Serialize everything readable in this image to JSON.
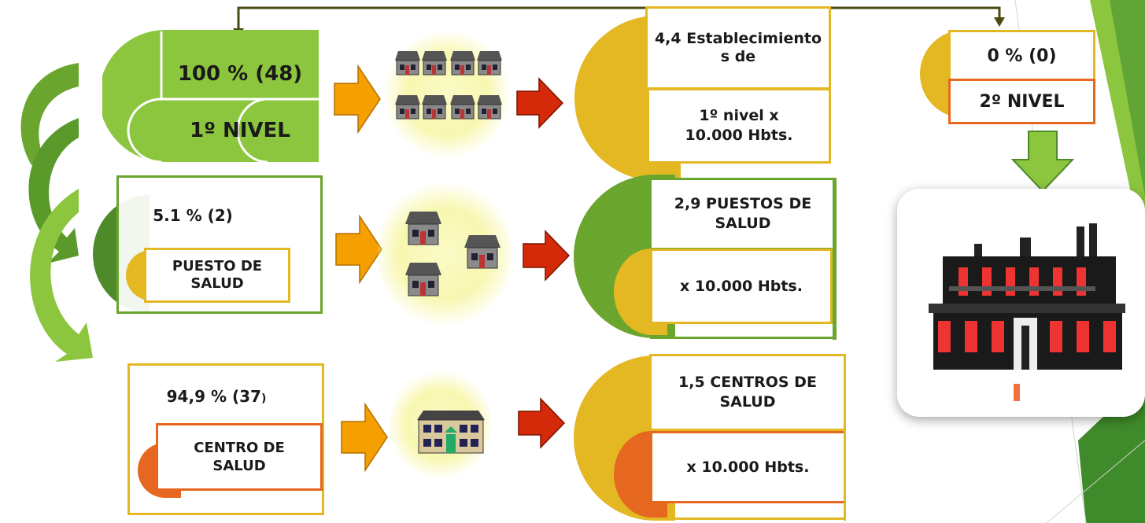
{
  "colors": {
    "green_light": "#8cc63f",
    "green_mid": "#6aa52d",
    "green_dark": "#4e8a2a",
    "yellow": "#e3b823",
    "orange": "#e6671f",
    "arrow_orange": "#f5a000",
    "arrow_red": "#d42a0a",
    "connector": "#4a4a12"
  },
  "level1": {
    "percent": "100 % (48)",
    "label": "1º NIVEL",
    "ratio_top": "4,4 Establecimiento s de",
    "ratio_bottom": "1º nivel x 10.000 Hbts."
  },
  "puesto": {
    "percent": "5.1 % (2)",
    "label": "PUESTO DE SALUD",
    "ratio_top": "2,9 PUESTOS DE SALUD",
    "ratio_bottom": "x 10.000 Hbts."
  },
  "centro": {
    "percent": "94,9 % (37",
    "percent_paren": ")",
    "label": "CENTRO DE SALUD",
    "ratio_top": "1,5 CENTROS DE SALUD",
    "ratio_bottom": "x 10.000 Hbts."
  },
  "level2": {
    "percent": "0 % (0)",
    "label": "2º NIVEL"
  },
  "icons": {
    "houses": "house-group-icon",
    "single_house": "health-center-icon",
    "hospital": "hospital-building-icon",
    "block_arrow": "block-arrow-right-icon",
    "down_arrow": "block-arrow-down-icon",
    "curved": "curved-arrow-icon"
  }
}
